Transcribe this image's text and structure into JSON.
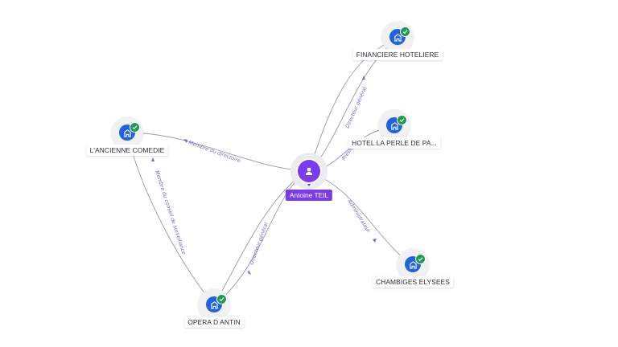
{
  "person": {
    "name": "Antoine TEIL",
    "icon": "person-icon",
    "color": "#7c3aed"
  },
  "companies": [
    {
      "id": "financiere",
      "name": "FINANCIERE HOTELIERE",
      "icon": "building-icon",
      "verified": true
    },
    {
      "id": "perle",
      "name": "HOTEL LA PERLE DE PA...",
      "icon": "building-icon",
      "verified": true
    },
    {
      "id": "chambiges",
      "name": "CHAMBIGES ELYSEES",
      "icon": "building-icon",
      "verified": true
    },
    {
      "id": "comedie",
      "name": "L'ANCIENNE COMEDIE",
      "icon": "building-icon",
      "verified": true
    },
    {
      "id": "opera",
      "name": "OPERA D ANTIN",
      "icon": "building-icon",
      "verified": true
    }
  ],
  "relations": [
    {
      "from": "person",
      "to": "financiere",
      "label": "Directeur général"
    },
    {
      "from": "person",
      "to": "perle",
      "label": "Président"
    },
    {
      "from": "person",
      "to": "chambiges",
      "label": "Administrateur"
    },
    {
      "from": "person",
      "to": "comedie",
      "label": "Membre du directoire"
    },
    {
      "from": "person",
      "to": "opera",
      "label": "Directeur général"
    },
    {
      "from": "opera",
      "to": "comedie",
      "label": "Membre du conseil de surveillance"
    }
  ],
  "colors": {
    "company_disc": "#1f63e0",
    "verified_badge": "#1e9a52",
    "edge": "#9a9aa6",
    "edge_label": "#6b6bc9"
  }
}
